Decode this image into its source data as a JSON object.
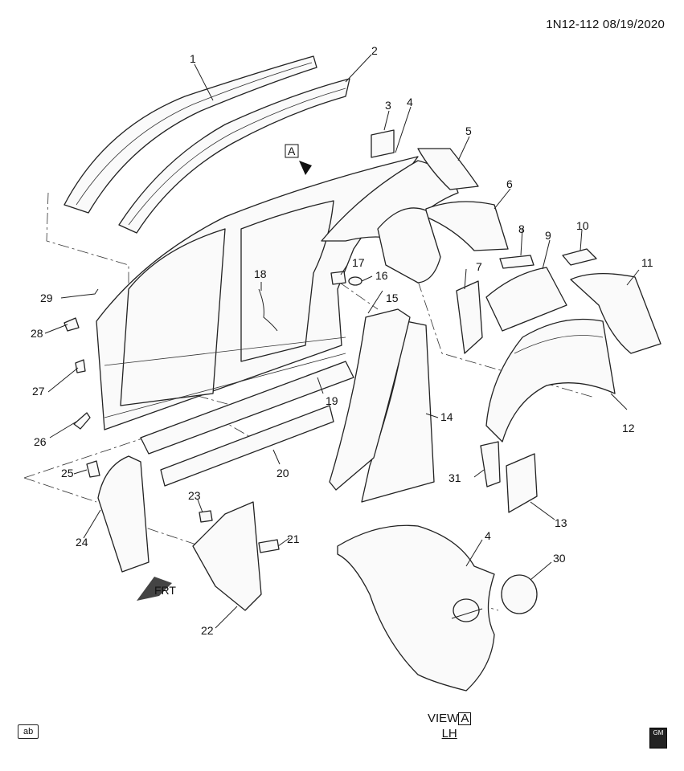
{
  "header": {
    "code": "1N12-112 08/19/2020"
  },
  "callouts": [
    "1",
    "2",
    "3",
    "4",
    "5",
    "6",
    "7",
    "8",
    "9",
    "10",
    "11",
    "12",
    "13",
    "14",
    "15",
    "16",
    "17",
    "18",
    "19",
    "20",
    "21",
    "22",
    "23",
    "24",
    "25",
    "26",
    "27",
    "28",
    "29",
    "30",
    "31",
    "4"
  ],
  "view": {
    "view_label": "VIEW",
    "view_box": "A",
    "side": "LH",
    "arrow_box": "A"
  },
  "frt_label": "FRT",
  "footer": {
    "ab_label": "ab",
    "logo_text": "GM"
  }
}
